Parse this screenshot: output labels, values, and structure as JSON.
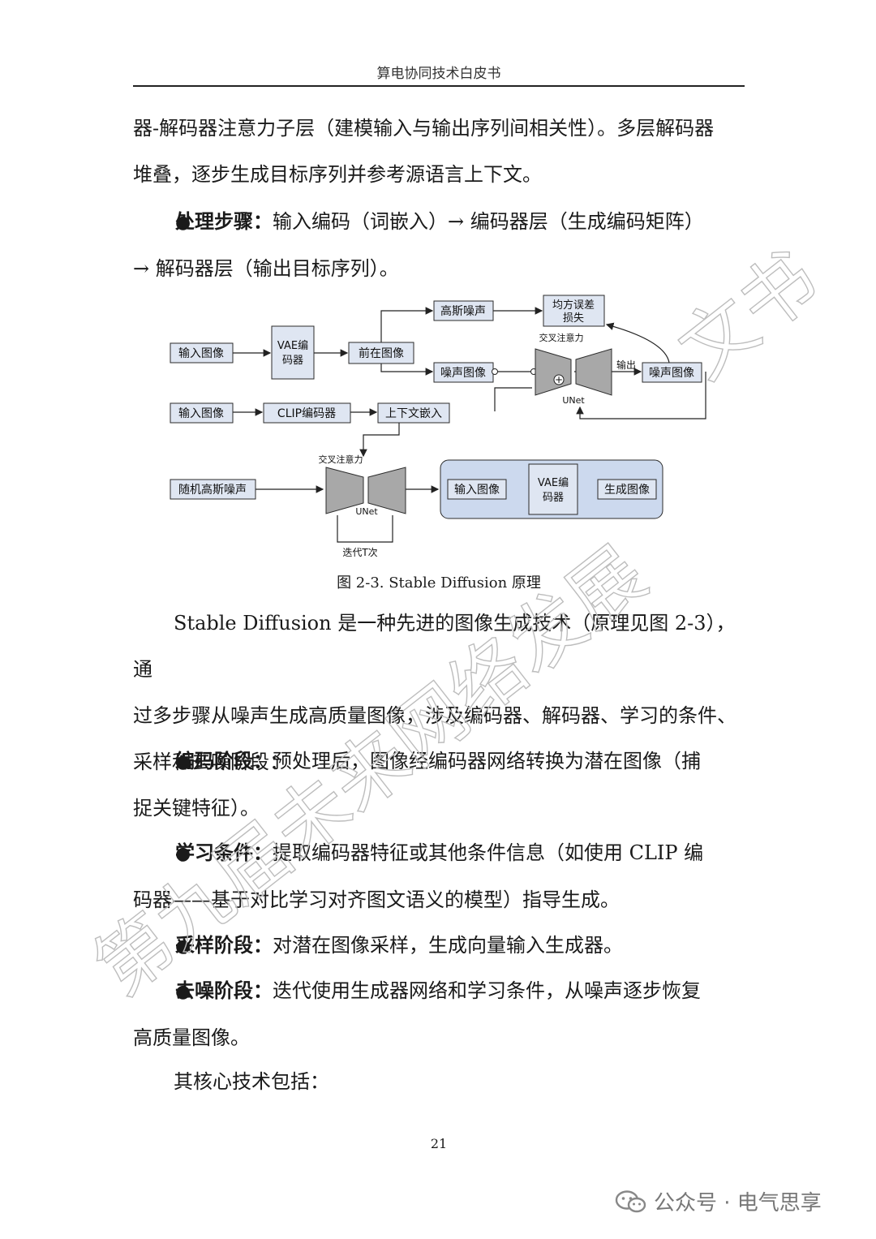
{
  "header": {
    "title": "算电协同技术白皮书"
  },
  "paragraphs": {
    "p1_line1": "器-解码器注意力子层（建模输入与输出序列间相关性）。多层解码器",
    "p1_line2": "堆叠，逐步生成目标序列并参考源语言上下文。",
    "b1_label": "处理步骤：",
    "b1_line1": "输入编码（词嵌入）→ 编码器层（生成编码矩阵）",
    "b1_line2": "→ 解码器层（输出目标序列）。",
    "p2_line1": "Stable Diffusion 是一种先进的图像生成技术（原理见图 2-3），通",
    "p2_line2": "过多步骤从噪声生成高质量图像，涉及编码器、解码器、学习的条件、",
    "p2_line3": "采样和去噪阶段：",
    "b2_label": "编码阶段：",
    "b2_line1": "预处理后，图像经编码器网络转换为潜在图像（捕",
    "b2_line2": "捉关键特征）。",
    "b3_label": "学习条件：",
    "b3_line1": "提取编码器特征或其他条件信息（如使用 CLIP 编",
    "b3_line2": "码器——基于对比学习对齐图文语义的模型）指导生成。",
    "b4_label": "采样阶段：",
    "b4_line1": "对潜在图像采样，生成向量输入生成器。",
    "b5_label": "去噪阶段：",
    "b5_line1": "迭代使用生成器网络和学习条件，从噪声逐步恢复",
    "b5_line2": "高质量图像。",
    "p3_line1": "其核心技术包括："
  },
  "bullet_symbol": "●",
  "diagram": {
    "input_image_1": "输入图像",
    "vae_encoder_l1": "VAE编",
    "vae_encoder_l2": "码器",
    "latent_image": "前在图像",
    "gaussian_noise": "高斯噪声",
    "mse_loss_l1": "均方误差",
    "mse_loss_l2": "损失",
    "cross_attention_1": "交叉注意力",
    "noise_image_1": "噪声图像",
    "plus": "+",
    "output_label": "输出",
    "noise_image_2": "噪声图像",
    "unet_1": "UNet",
    "input_image_2": "输入图像",
    "clip_encoder": "CLIP编码器",
    "context_embedding": "上下文嵌入",
    "cross_attention_2": "交叉注意力",
    "random_noise": "随机高斯噪声",
    "unet_2": "UNet",
    "iterate_t": "迭代T次",
    "input_image_3": "输入图像",
    "vae_decoder_l1": "VAE编",
    "vae_decoder_l2": "码器",
    "generated_image": "生成图像"
  },
  "figure_caption": "图 2-3. Stable Diffusion 原理",
  "page_number": "21",
  "footer": {
    "brand": "公众号 · 电气思享"
  },
  "watermark": {
    "text_bottom": "第九届未来网络发展",
    "text_top": "文书"
  },
  "colors": {
    "box_fill": "#dfe6f2",
    "box_stroke": "#2b2b2b",
    "trap_fill": "#a8a8a8",
    "panel_fill": "#ccd9ee",
    "watermark": "#bdbdbd"
  }
}
